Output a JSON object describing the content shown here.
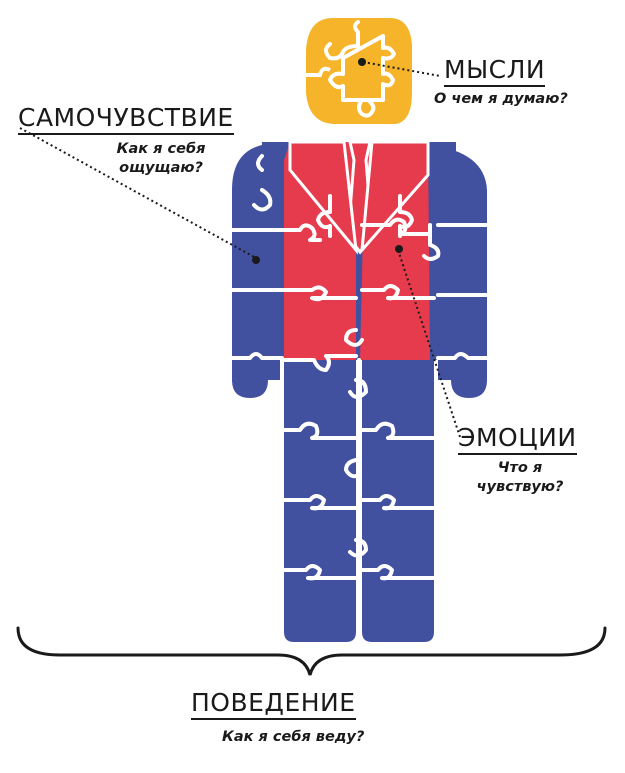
{
  "colors": {
    "head": "#f5b429",
    "torso": "#e63a4d",
    "suit": "#4250a0",
    "seam": "#ffffff",
    "text": "#1a1a1a"
  },
  "labels": {
    "thoughts": {
      "title": "МЫСЛИ",
      "question": "О чем я думаю?"
    },
    "wellbeing": {
      "title": "САМОЧУВСТВИЕ",
      "question_line1": "Как я себя",
      "question_line2": "ощущаю?"
    },
    "emotions": {
      "title": "ЭМОЦИИ",
      "question_line1": "Что я",
      "question_line2": "чувствую?"
    },
    "behavior": {
      "title": "ПОВЕДЕНИЕ",
      "question": "Как я себя веду?"
    }
  }
}
